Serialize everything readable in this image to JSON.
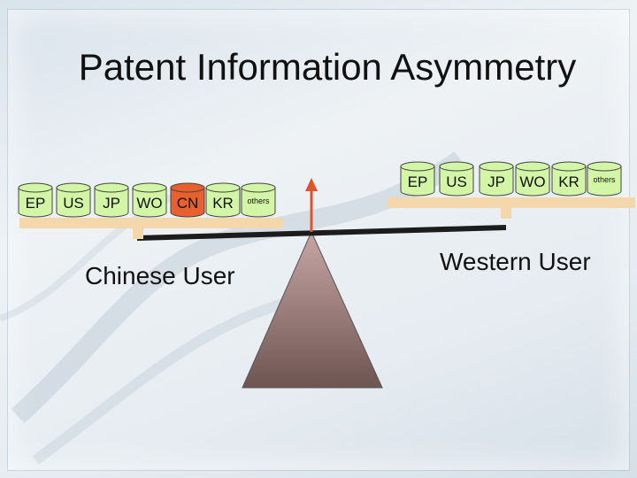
{
  "slide": {
    "title": "Patent Information Asymmetry"
  },
  "left_side": {
    "label": "Chinese User",
    "databases": [
      {
        "name": "EP",
        "highlight": false
      },
      {
        "name": "US",
        "highlight": false
      },
      {
        "name": "JP",
        "highlight": false
      },
      {
        "name": "WO",
        "highlight": false
      },
      {
        "name": "CN",
        "highlight": true
      },
      {
        "name": "KR",
        "highlight": false
      },
      {
        "name": "others",
        "highlight": false
      }
    ]
  },
  "right_side": {
    "label": "Western User",
    "databases": [
      {
        "name": "EP",
        "highlight": false
      },
      {
        "name": "US",
        "highlight": false
      },
      {
        "name": "JP",
        "highlight": false
      },
      {
        "name": "WO",
        "highlight": false
      },
      {
        "name": "KR",
        "highlight": false
      },
      {
        "name": "others",
        "highlight": false
      }
    ]
  },
  "colors": {
    "cylinder_fill": "#d3f5a6",
    "cylinder_highlight": "#e8612c",
    "arrow": "#e2532a",
    "beam": "#1c1c1c",
    "tray": "#f4d7ab",
    "fulcrum_top": "#c7a6a4",
    "fulcrum_bottom": "#6e5552"
  }
}
